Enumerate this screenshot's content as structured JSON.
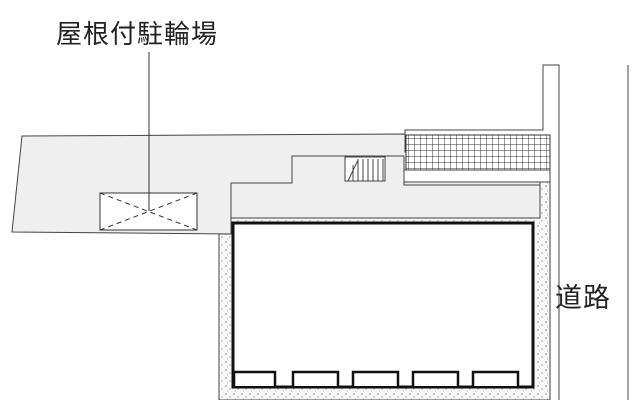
{
  "labels": {
    "parking": "屋根付駐輪場",
    "road": "道路"
  },
  "colors": {
    "background": "#ffffff",
    "lot_fill": "#efefef",
    "line": "#333333",
    "gravel_dot": "#888888"
  },
  "icons": {
    "parking_marker": "crossed-rectangle",
    "stairs": "staircase-hatch",
    "hedge": "grid-hatch"
  }
}
